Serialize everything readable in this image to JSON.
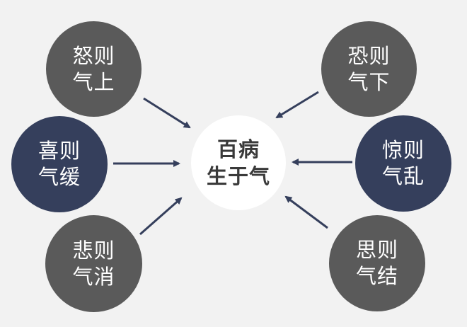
{
  "diagram": {
    "center": {
      "line1": "百病",
      "line2": "生于气"
    },
    "emotions": [
      {
        "line1": "怒则",
        "line2": "气上",
        "color": "#5a5a5a"
      },
      {
        "line1": "喜则",
        "line2": "气缓",
        "color": "#353f5c"
      },
      {
        "line1": "悲则",
        "line2": "气消",
        "color": "#5a5a5a"
      },
      {
        "line1": "恐则",
        "line2": "气下",
        "color": "#5a5a5a"
      },
      {
        "line1": "惊则",
        "line2": "气乱",
        "color": "#353f5c"
      },
      {
        "line1": "思则",
        "line2": "气结",
        "color": "#5a5a5a"
      }
    ],
    "colors": {
      "background": "#f2f2f2",
      "gray_circle": "#5a5a5a",
      "navy_circle": "#353f5c",
      "center_circle": "#ffffff",
      "center_text": "#3a3a3a",
      "arrow": "#353f5c"
    }
  }
}
